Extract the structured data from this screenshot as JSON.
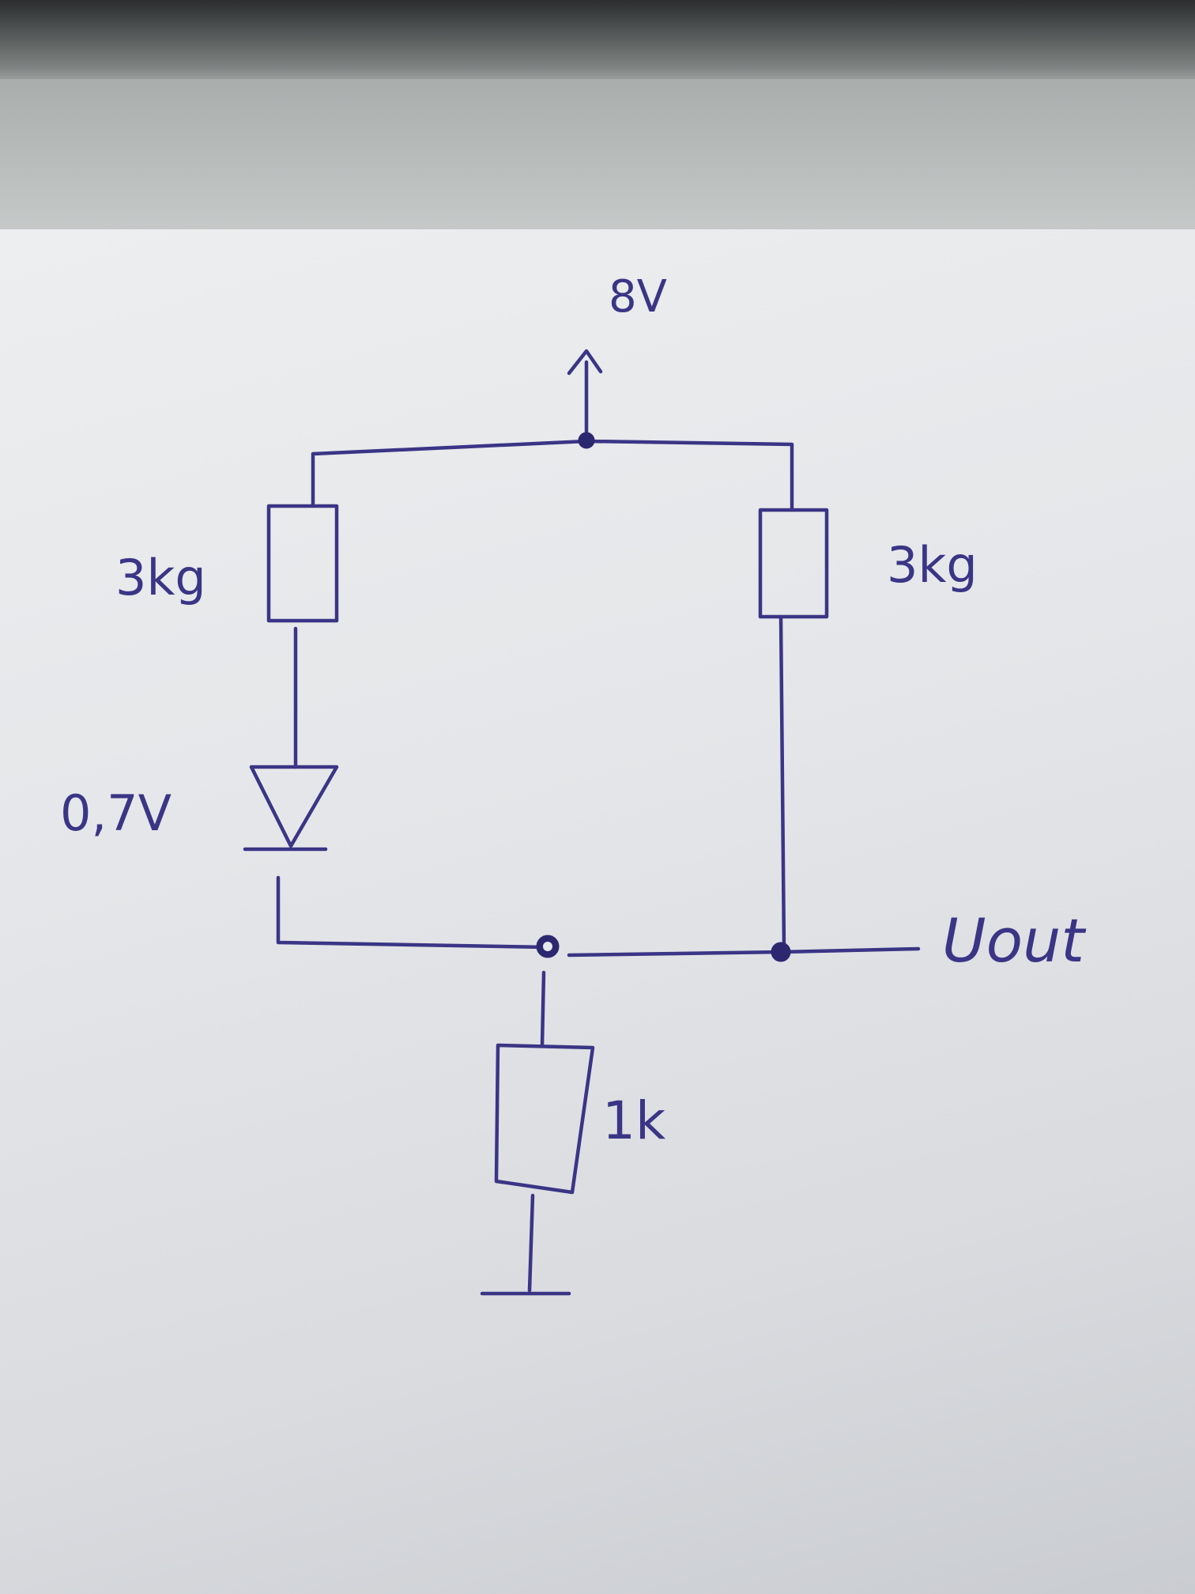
{
  "labels": {
    "supply": "8V",
    "r_top_left": "3kg",
    "r_top_right": "3kg",
    "diode": "0,7V",
    "r_bottom": "1k",
    "output": "Uout"
  },
  "colors": {
    "ink": "#3a3585",
    "paper": "#e6e8eb",
    "desk": "#2b2d2e"
  }
}
